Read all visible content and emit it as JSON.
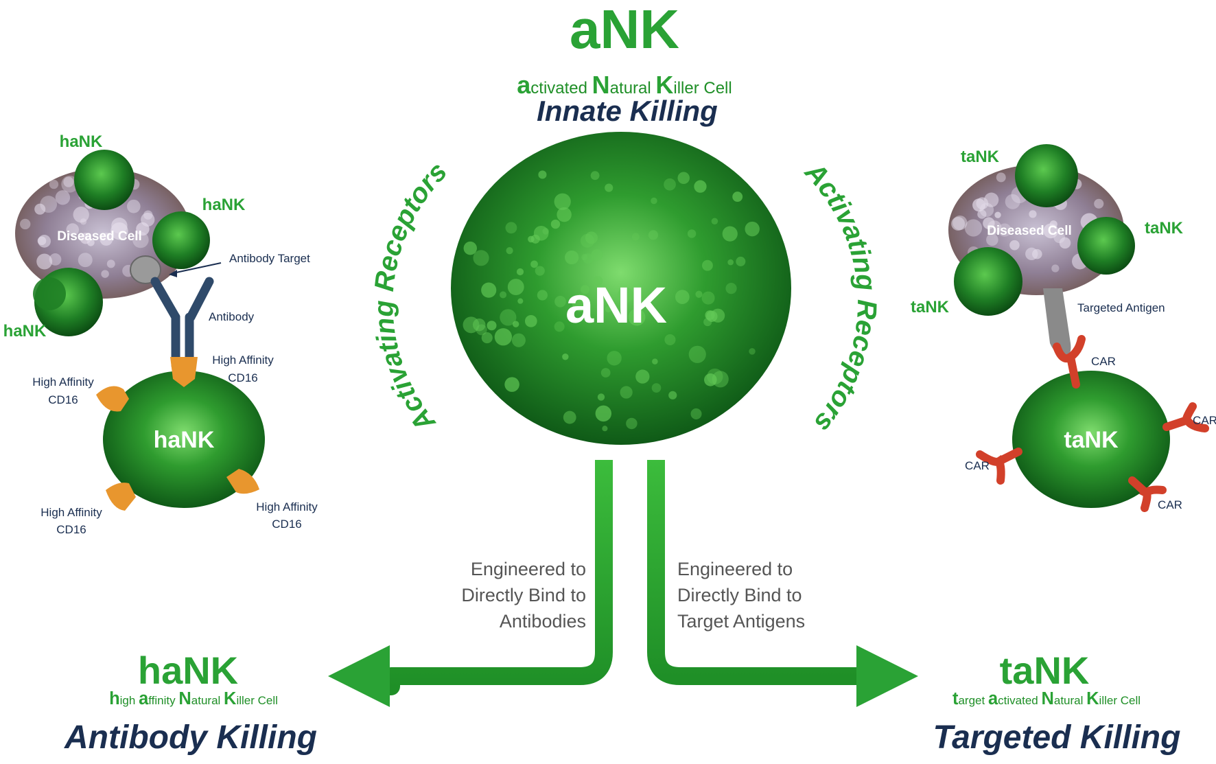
{
  "colors": {
    "brand_green": "#2aa235",
    "dark_green": "#16701f",
    "navy": "#1a2e50",
    "cd16_orange": "#e8962e",
    "car_red": "#d2402a",
    "antigen_gray": "#8a8a8a"
  },
  "top": {
    "title": "aNK",
    "acronym": {
      "parts": [
        {
          "cap": "a",
          "rest": "ctivated "
        },
        {
          "cap": "N",
          "rest": "atural "
        },
        {
          "cap": "K",
          "rest": "iller Cell"
        }
      ]
    },
    "mode": "Innate Killing"
  },
  "center": {
    "cell_label": "aNK",
    "arc_left": "Activating Receptors",
    "arc_right": "Activating Receptors"
  },
  "left_path": {
    "description_lines": [
      "Engineered to",
      "Directly Bind to",
      "Antibodies"
    ],
    "title": "haNK",
    "acronym": {
      "parts": [
        {
          "cap": "h",
          "rest": "igh "
        },
        {
          "cap": "a",
          "rest": "ffinity "
        },
        {
          "cap": "N",
          "rest": "atural "
        },
        {
          "cap": "K",
          "rest": "iller Cell"
        }
      ]
    },
    "mode": "Antibody Killing"
  },
  "right_path": {
    "description_lines": [
      "Engineered to",
      "Directly Bind to",
      "Target Antigens"
    ],
    "title": "taNK",
    "acronym": {
      "parts": [
        {
          "cap": "t",
          "rest": "arget "
        },
        {
          "cap": "a",
          "rest": "ctivated "
        },
        {
          "cap": "N",
          "rest": "atural "
        },
        {
          "cap": "K",
          "rest": "iller Cell"
        }
      ]
    },
    "mode": "Targeted Killing"
  },
  "left_panel": {
    "diseased_cell": "Diseased Cell",
    "nk_labels": [
      "haNK",
      "haNK",
      "haNK"
    ],
    "antibody_target": "Antibody Target",
    "antibody": "Antibody",
    "cd16_labels": [
      {
        "line1": "High Affinity",
        "line2": "CD16"
      },
      {
        "line1": "High Affinity",
        "line2": "CD16"
      },
      {
        "line1": "High Affinity",
        "line2": "CD16"
      },
      {
        "line1": "High Affinity",
        "line2": "CD16"
      }
    ],
    "cell_label": "haNK"
  },
  "right_panel": {
    "diseased_cell": "Diseased Cell",
    "nk_labels": [
      "taNK",
      "taNK",
      "taNK"
    ],
    "targeted_antigen": "Targeted Antigen",
    "car_labels": [
      "CAR",
      "CAR",
      "CAR",
      "CAR"
    ],
    "cell_label": "taNK"
  }
}
